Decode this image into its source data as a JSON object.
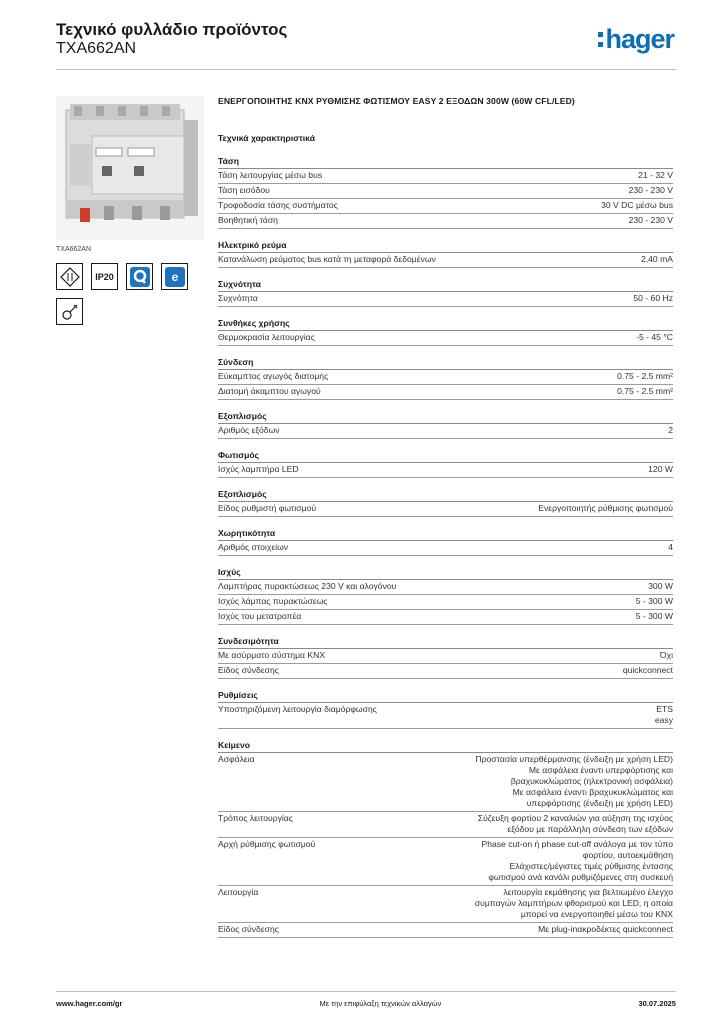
{
  "header": {
    "title": "Τεχνικό φυλλάδιο προϊόντος",
    "code": "TXA662AN",
    "logo": "hager"
  },
  "left": {
    "image_caption": "TXA662AN",
    "badges": [
      "vde-icon",
      "IP20",
      "quicklink-icon",
      "easy-icon",
      "tool-icon"
    ],
    "ip_label": "IP20"
  },
  "product_name": "ΕΝΕΡΓΟΠΟΙΗΤΗΣ KNX ΡΥΘΜΙΣΗΣ ΦΩΤΙΣΜΟΥ EASY 2 ΕΞΟΔΩΝ 300W (60W CFL/LED)",
  "tech_title": "Τεχνικά χαρακτηριστικά",
  "sections": [
    {
      "title": "Τάση",
      "rows": [
        {
          "k": "Τάση λειτουργίας μέσω bus",
          "v": "21 - 32 V"
        },
        {
          "k": "Τάση εισόδου",
          "v": "230 - 230 V"
        },
        {
          "k": "Τροφοδοσία τάσης συστήματος",
          "v": "30 V DC μέσω bus"
        },
        {
          "k": "Βοηθητική τάση",
          "v": "230 - 230 V"
        }
      ]
    },
    {
      "title": "Ηλεκτρικό ρεύμα",
      "rows": [
        {
          "k": "Κατανάλωση ρεύματος bus κατά τη μεταφορά δεδομένων",
          "v": "2,40 mA"
        }
      ]
    },
    {
      "title": "Συχνότητα",
      "rows": [
        {
          "k": "Συχνότητα",
          "v": "50 - 60 Hz"
        }
      ]
    },
    {
      "title": "Συνθήκες χρήσης",
      "rows": [
        {
          "k": "Θερμοκρασία λειτουργίας",
          "v": "-5 - 45 °C"
        }
      ]
    },
    {
      "title": "Σύνδεση",
      "rows": [
        {
          "k": "Εύκαμπτος αγωγός διατομής",
          "v": "0.75 - 2.5 mm²"
        },
        {
          "k": "Διατομή άκαμπτου αγωγού",
          "v": "0.75 - 2.5 mm²"
        }
      ]
    },
    {
      "title": "Εξοπλισμός",
      "rows": [
        {
          "k": "Αριθμός εξόδων",
          "v": "2"
        }
      ]
    },
    {
      "title": "Φωτισμός",
      "rows": [
        {
          "k": "Ισχύς λαμπτήρα LED",
          "v": "120 W"
        }
      ]
    },
    {
      "title": "Εξοπλισμός",
      "rows": [
        {
          "k": "Είδος ρυθμιστή φωτισμού",
          "v": "Ενεργοποιητής ρύθμισης φωτισμού"
        }
      ]
    },
    {
      "title": "Χωρητικότητα",
      "rows": [
        {
          "k": "Αριθμός στοιχείων",
          "v": "4"
        }
      ]
    },
    {
      "title": "Ισχύς",
      "rows": [
        {
          "k": "Λαμπτήρας πυρακτώσεως 230 V και αλογόνου",
          "v": "300 W"
        },
        {
          "k": "Ισχύς λάμπας πυρακτώσεως",
          "v": "5 - 300 W"
        },
        {
          "k": "Ισχύς του μετατροπέα",
          "v": "5 - 300 W"
        }
      ]
    },
    {
      "title": "Συνδεσιμότητα",
      "rows": [
        {
          "k": "Με ασύρματο σύστημα KNX",
          "v": "Όχι"
        },
        {
          "k": "Είδος σύνδεσης",
          "v": "quickconnect"
        }
      ]
    },
    {
      "title": "Ρυθμίσεις",
      "rows": [
        {
          "k": "Υποστηριζόμενη λειτουργία διαμόρφωσης",
          "v": "ETS\neasy"
        }
      ]
    },
    {
      "title": "Κείμενο",
      "rows": [
        {
          "k": "Ασφάλεια",
          "v": "Προστασία υπερθέρμανσης (ένδειξη με χρήση LED)\nΜε ασφάλεια έναντι υπερφόρτισης και βραχυκυκλώματος (ηλεκτρονική ασφάλεια)\nΜε ασφάλεια έναντι βραχυκυκλώματος και υπερφόρτισης (ένδειξη με χρήση LED)",
          "multi": true
        },
        {
          "k": "Τρόπος λειτουργίας",
          "v": "Σύζευξη φορτίου 2 καναλιών για αύξηση της ισχύος εξόδου με παράλληλη σύνδεση των εξόδων",
          "multi": true
        },
        {
          "k": "Αρχή ρύθμισης φωτισμού",
          "v": "Phase cut-on ή phase cut-off ανάλογα με τον τύπο φορτίου, αυτοεκμάθηση\nΕλάχιστες/μέγιστες τιμές ρύθμισης έντασης φωτισμού ανά κανάλι ρυθμιζόμενες στη συσκευή",
          "multi": true
        },
        {
          "k": "Λειτουργία",
          "v": "λειτουργία εκμάθησης για βελτιωμένο έλεγχο συμπαγών λαμπτήρων φθορισμού και LED, η οποία μπορεί να ενεργοποιηθεί μέσω του KNX",
          "multi": true
        },
        {
          "k": "Είδος σύνδεσης",
          "v": "Με plug-inακροδέκτες quickconnect",
          "multi": true
        }
      ]
    }
  ],
  "footer": {
    "website": "www.hager.com/gr",
    "notice": "Με την επιφύλαξη τεχνικών αλλαγών",
    "date": "30.07.2025"
  }
}
